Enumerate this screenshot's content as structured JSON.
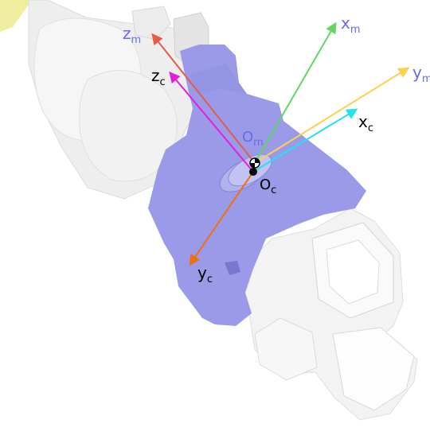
{
  "frames": {
    "model": {
      "origin": "O",
      "origin_sub": "m",
      "axes": [
        {
          "id": "x",
          "letter": "x",
          "sub": "m",
          "color": "#5fd85f"
        },
        {
          "id": "y",
          "letter": "y",
          "sub": "m",
          "color": "#ffd04d"
        },
        {
          "id": "z",
          "letter": "z",
          "sub": "m",
          "color": "#e85a48"
        }
      ]
    },
    "camera": {
      "origin": "O",
      "origin_sub": "c",
      "axes": [
        {
          "id": "x",
          "letter": "x",
          "sub": "c",
          "color": "#22e3ee"
        },
        {
          "id": "y",
          "letter": "y",
          "sub": "c",
          "color": "#ef6f12"
        },
        {
          "id": "z",
          "letter": "z",
          "sub": "c",
          "color": "#e41fd8"
        }
      ]
    }
  },
  "colors": {
    "mount": "#9a9ae8",
    "mount_label": "#6a6ae6",
    "robot_shell": "#efefef",
    "gripper": "#f3f3f3"
  }
}
